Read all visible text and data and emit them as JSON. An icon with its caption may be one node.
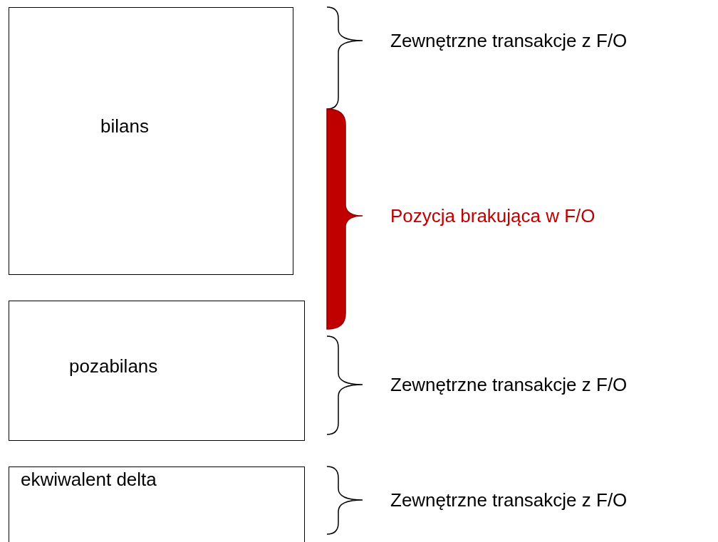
{
  "diagram": {
    "nodes": [
      {
        "text": [
          "bilans"
        ]
      },
      {
        "text": [
          "pozabilans"
        ]
      },
      {
        "text": [
          "ekwiwalent delta"
        ]
      }
    ],
    "labels": [
      "Zewnętrzne transakcje z F/O",
      "Pozycja brakująca w F/O",
      "Zewnętrzne transakcje z F/O",
      "Zewnętrzne transakcje z F/O"
    ]
  }
}
